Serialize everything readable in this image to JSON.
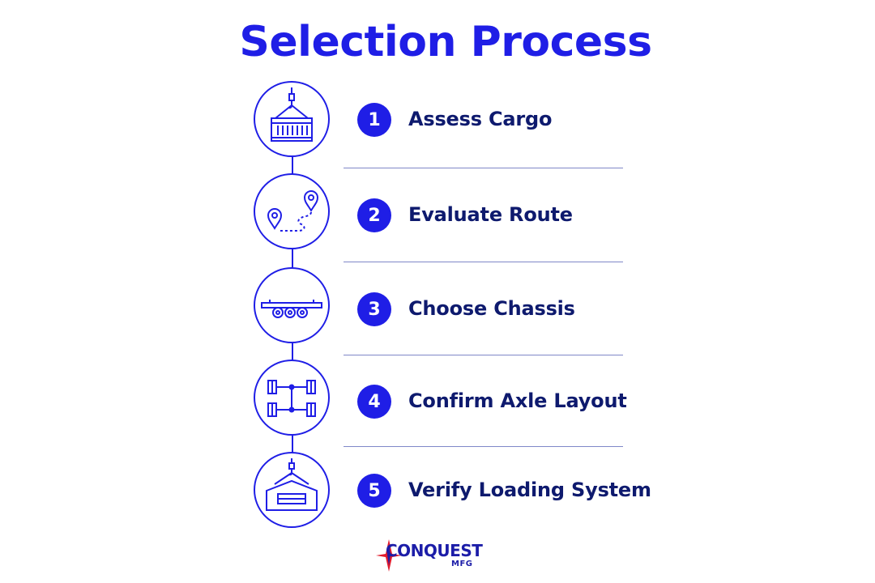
{
  "title": "Selection Process",
  "steps": [
    {
      "number": "1",
      "label": "Assess Cargo",
      "icon": "container-crane-icon"
    },
    {
      "number": "2",
      "label": "Evaluate Route",
      "icon": "route-map-pins-icon"
    },
    {
      "number": "3",
      "label": "Choose Chassis",
      "icon": "trailer-chassis-icon"
    },
    {
      "number": "4",
      "label": "Confirm Axle Layout",
      "icon": "axle-layout-icon"
    },
    {
      "number": "5",
      "label": "Verify Loading System",
      "icon": "loading-hoist-icon"
    }
  ],
  "logo": {
    "name": "CONQUEST",
    "sub": "MFG"
  },
  "colors": {
    "accent": "#1f1ee6",
    "text": "#0e1a6e",
    "logo_red": "#e01b2d",
    "logo_navy": "#1c1da8"
  }
}
